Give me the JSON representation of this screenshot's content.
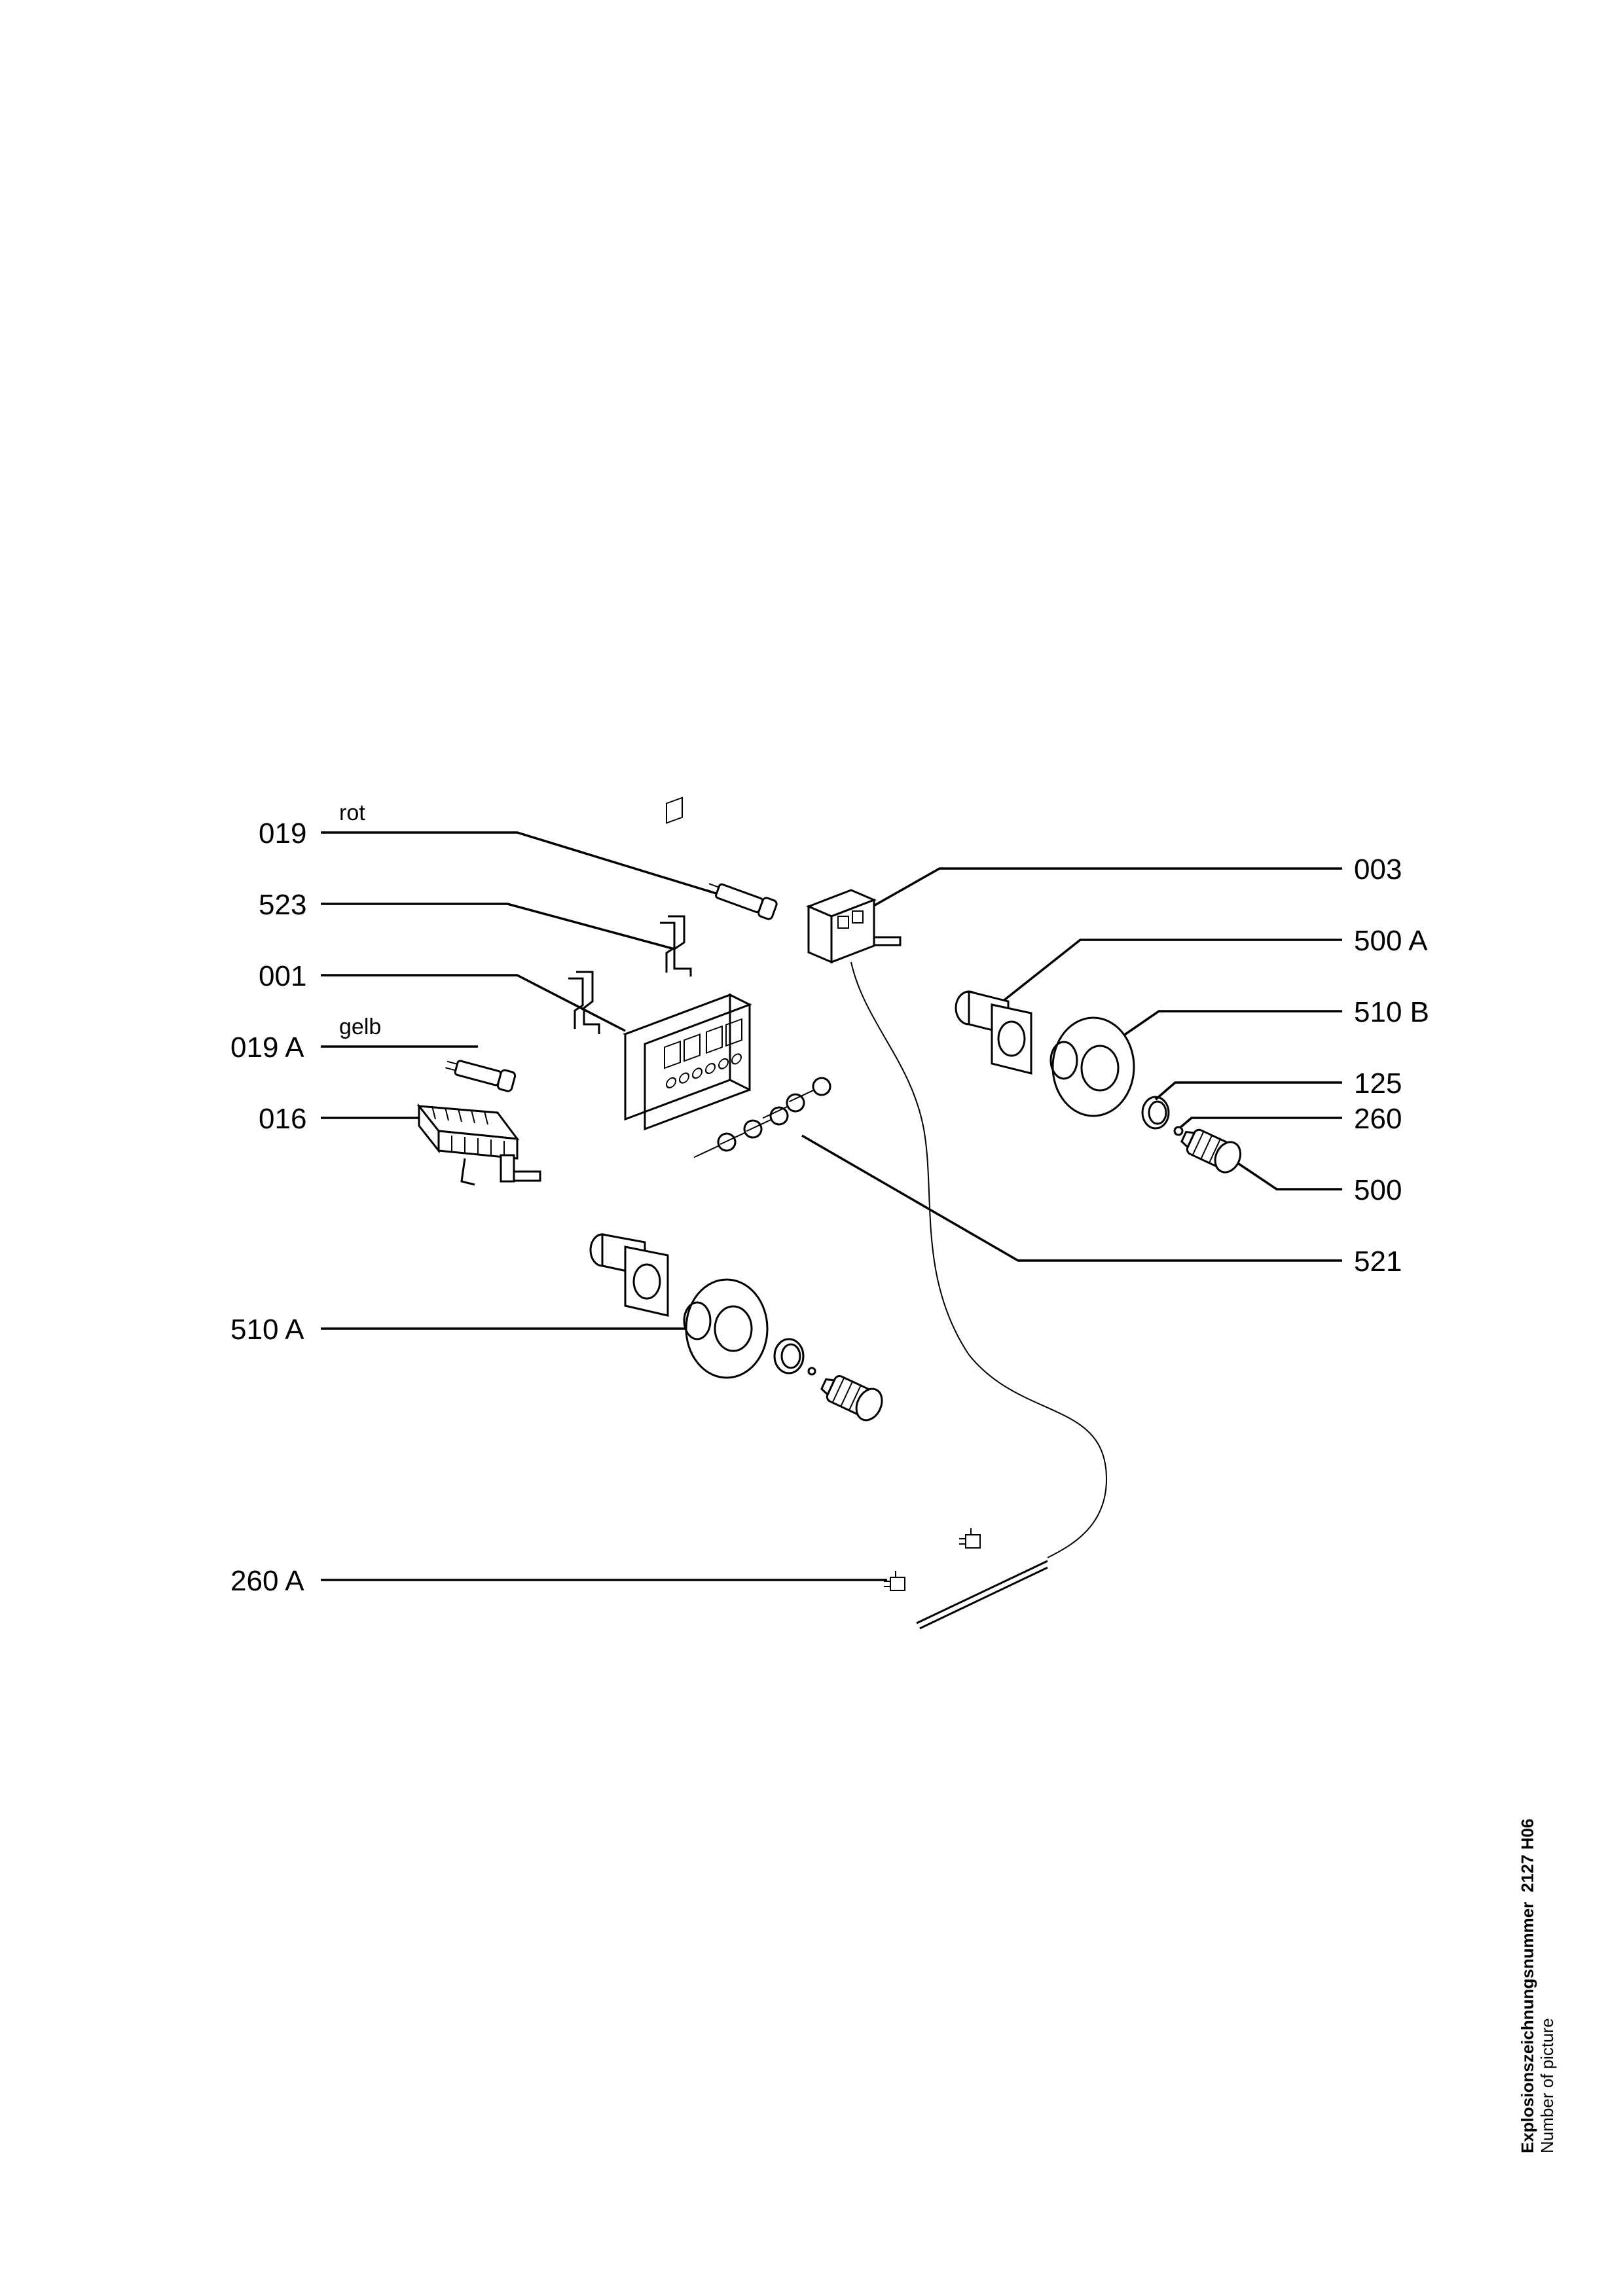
{
  "callouts": {
    "p019": "019",
    "rot": "rot",
    "p523": "523",
    "p001": "001",
    "p019a": "019 A",
    "gelb": "gelb",
    "p016": "016",
    "p510a": "510 A",
    "p260a": "260 A",
    "p003": "003",
    "p500a": "500 A",
    "p510b": "510 B",
    "p125": "125",
    "p260": "260",
    "p500": "500",
    "p521": "521"
  },
  "caption": {
    "title": "Explosionszeichnungsnummer",
    "number": "2127 H06",
    "subtitle": "Number of picture"
  }
}
